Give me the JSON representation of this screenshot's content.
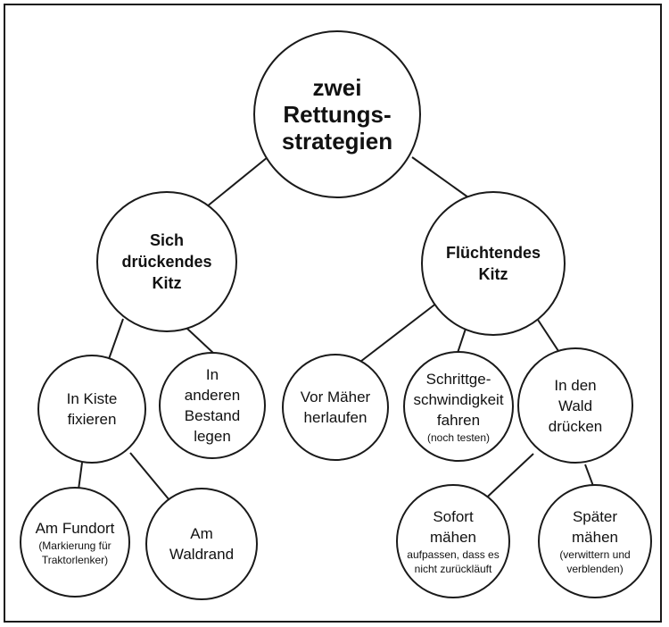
{
  "diagram": {
    "root": {
      "lines": [
        "zwei",
        "Rettungs-",
        "strategien"
      ]
    },
    "left_branch": {
      "lines": [
        "Sich",
        "drückendes",
        "Kitz"
      ]
    },
    "right_branch": {
      "lines": [
        "Flüchtendes",
        "Kitz"
      ]
    },
    "kiste": {
      "lines": [
        "In Kiste",
        "fixieren"
      ]
    },
    "bestand": {
      "lines": [
        "In",
        "anderen",
        "Bestand",
        "legen"
      ]
    },
    "fundort": {
      "lines": [
        "Am Fundort"
      ],
      "notes": [
        "(Markierung für",
        "Traktorlenker)"
      ]
    },
    "waldrand": {
      "lines": [
        "Am",
        "Waldrand"
      ]
    },
    "maeher": {
      "lines": [
        "Vor Mäher",
        "herlaufen"
      ]
    },
    "schritt": {
      "lines": [
        "Schrittge-",
        "schwindigkeit",
        "fahren"
      ],
      "notes": [
        "(noch testen)"
      ]
    },
    "wald": {
      "lines": [
        "In den",
        "Wald",
        "drücken"
      ]
    },
    "sofort": {
      "lines": [
        "Sofort",
        "mähen"
      ],
      "notes": [
        "aufpassen, dass es",
        "nicht zurückläuft"
      ]
    },
    "spaeter": {
      "lines": [
        "Später",
        "mähen"
      ],
      "notes": [
        "(verwittern und",
        "verblenden)"
      ]
    }
  }
}
